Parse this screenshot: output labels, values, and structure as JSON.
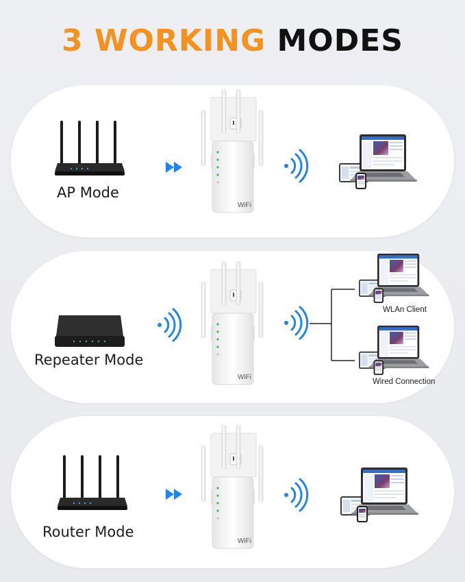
{
  "title": {
    "part1": "3 WORKING",
    "part2": "MODES"
  },
  "modes": [
    {
      "label": "AP Mode"
    },
    {
      "label": "Repeater Mode",
      "outputs": [
        "WLAn Client",
        "Wired Connection"
      ]
    },
    {
      "label": "Router Mode"
    }
  ],
  "device": {
    "brand_text": "WiFi"
  },
  "colors": {
    "accent": "#f39221",
    "arrow_blue": "#1f86e8",
    "panel": "#ffffff",
    "device": "#f7f7f7"
  },
  "icons": [
    "router-icon",
    "switch-icon",
    "extender-icon",
    "fast-forward-icon",
    "wifi-signal-icon",
    "laptop-icon",
    "tablet-icon",
    "phone-icon"
  ]
}
